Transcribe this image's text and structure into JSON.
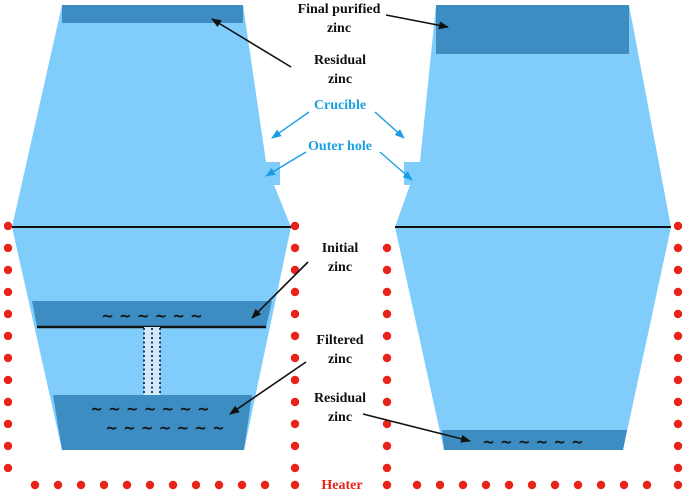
{
  "colors": {
    "crucible_fill": "#80cdfc",
    "zinc_fill": "#3d8dc2",
    "heater_dot": "#e8241a",
    "crucible_label": "#1a9fe0",
    "heater_label": "#e8241a",
    "text_dark": "#111111"
  },
  "labels": {
    "final_purified_zinc": [
      "Final purified",
      "zinc"
    ],
    "residual_zinc_top": [
      "Residual",
      "zinc"
    ],
    "crucible": "Crucible",
    "outer_hole": "Outer hole",
    "initial_zinc": [
      "Initial",
      "zinc"
    ],
    "filtered_zinc": [
      "Filtered",
      "zinc"
    ],
    "residual_zinc_bottom": [
      "Residual",
      "zinc"
    ],
    "heater": "Heater"
  },
  "zinc_marks": {
    "initial_row": "~ ~ ~ ~ ~ ~",
    "filtered_row_1": "~ ~ ~ ~ ~ ~ ~",
    "filtered_row_2": "~ ~ ~ ~ ~ ~ ~",
    "residual_row": "~ ~ ~ ~ ~ ~"
  }
}
